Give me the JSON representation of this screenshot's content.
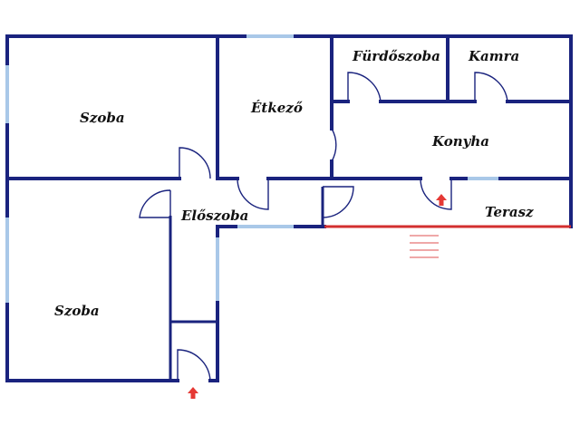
{
  "floorplan": {
    "rooms": [
      {
        "id": "szoba-top",
        "label": "Szoba"
      },
      {
        "id": "szoba-bottom",
        "label": "Szoba"
      },
      {
        "id": "etkezo",
        "label": "Étkező"
      },
      {
        "id": "furdoszoba",
        "label": "Fürdőszoba"
      },
      {
        "id": "kamra",
        "label": "Kamra"
      },
      {
        "id": "konyha",
        "label": "Konyha"
      },
      {
        "id": "eloszoba",
        "label": "Előszoba"
      },
      {
        "id": "terasz",
        "label": "Terasz"
      }
    ],
    "entrances": [
      "main-entrance",
      "terrace-entrance"
    ]
  },
  "colors": {
    "wall": "#1a237e",
    "window": "#a9c8e8",
    "terrace_edge": "#d32f2f",
    "entrance_arrow": "#e53935"
  }
}
